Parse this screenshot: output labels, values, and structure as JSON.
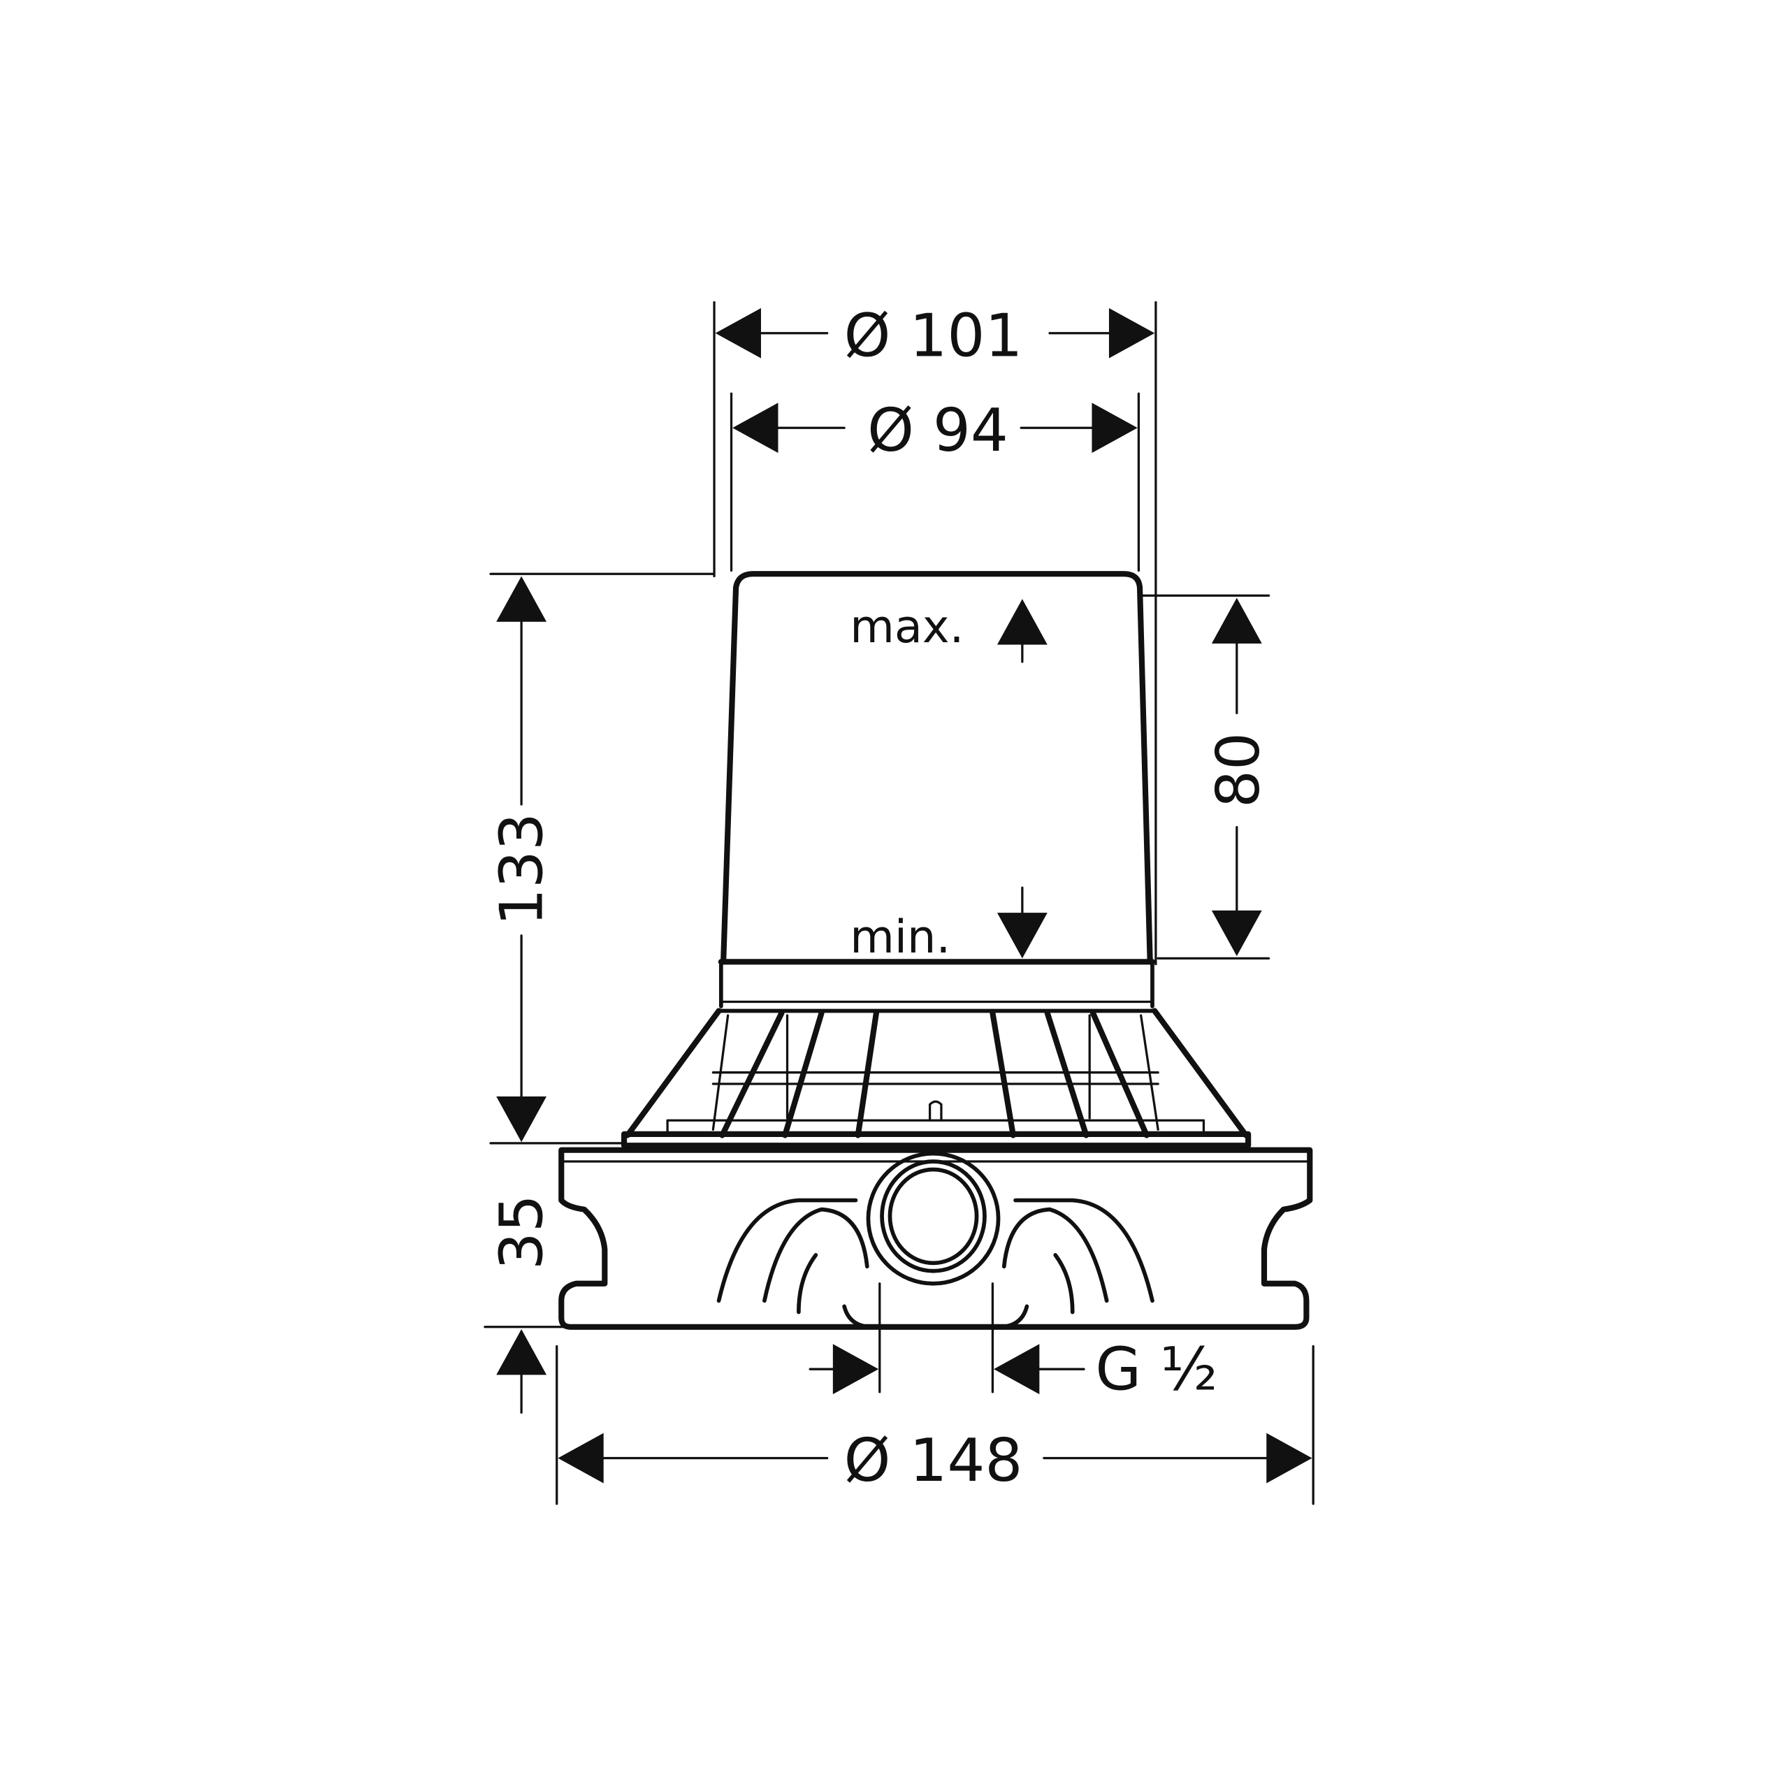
{
  "drawing": {
    "dimensions": {
      "outer_top_diameter": "Ø 101",
      "inner_top_diameter": "Ø 94",
      "total_height": "133",
      "adjust_range": "80",
      "base_height": "35",
      "thread": "G ½",
      "base_diameter": "Ø 148"
    },
    "labels": {
      "max": "max.",
      "min": "min."
    },
    "colors": {
      "line": "#111111",
      "background": "#ffffff"
    }
  }
}
